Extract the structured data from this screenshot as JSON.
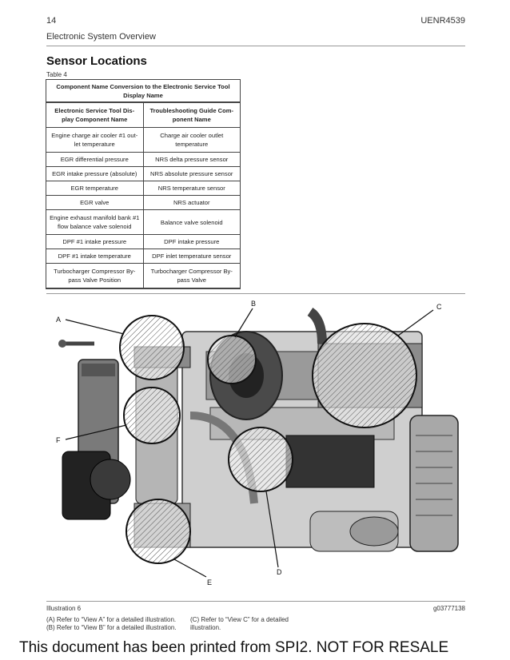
{
  "header": {
    "page_number": "14",
    "doc_id": "UENR4539",
    "section": "Electronic System Overview"
  },
  "heading": "Sensor Locations",
  "table": {
    "label": "Table 4",
    "title": "Component Name Conversion to the Electronic Service Tool Display Name",
    "columns": [
      "Electronic Service Tool Dis-play Component Name",
      "Troubleshooting Guide Com-ponent Name"
    ],
    "rows": [
      [
        "Engine charge air cooler #1 out-let temperature",
        "Charge air cooler outlet temperature"
      ],
      [
        "EGR differential pressure",
        "NRS delta pressure sensor"
      ],
      [
        "EGR intake pressure (absolute)",
        "NRS absolute pressure sensor"
      ],
      [
        "EGR temperature",
        "NRS temperature sensor"
      ],
      [
        "EGR valve",
        "NRS actuator"
      ],
      [
        "Engine exhaust manifold bank #1 flow balance valve solenoid",
        "Balance valve solenoid"
      ],
      [
        "DPF #1 intake pressure",
        "DPF intake pressure"
      ],
      [
        "DPF #1 intake temperature",
        "DPF inlet temperature sensor"
      ],
      [
        "Turbocharger Compressor By-pass Valve Position",
        "Turbocharger Compressor By-pass Valve"
      ]
    ]
  },
  "illustration": {
    "callouts": [
      "A",
      "B",
      "C",
      "D",
      "E",
      "F"
    ],
    "label": "Illustration 6",
    "id": "g03777138",
    "notes": {
      "a": "(A) Refer to “View A” for a detailed illustration.",
      "b": "(B) Refer to “View B” for a detailed illustration.",
      "c": "(C) Refer to “View C” for a detailed illustration."
    }
  },
  "footer": "This document has been printed from SPI2. NOT FOR RESALE"
}
